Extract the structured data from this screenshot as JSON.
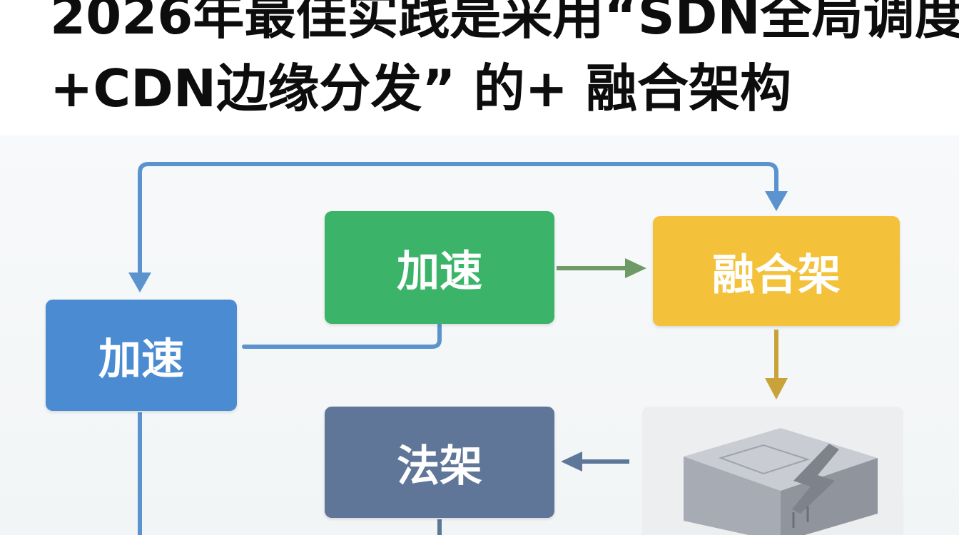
{
  "title": {
    "line1": "2026年最佳实践是采用“SDN全局调度",
    "line2": "+CDN边缘分发” 的+ 融合架构"
  },
  "nodes": {
    "blue": {
      "label": "加速",
      "color": "#4a8bd1"
    },
    "green": {
      "label": "加速",
      "color": "#3bb46a"
    },
    "yellow": {
      "label": "融合架",
      "color": "#f3c13a"
    },
    "slate": {
      "label": "法架",
      "color": "#5f7698"
    }
  },
  "connector_colors": {
    "blue": "#5b93cf",
    "green": "#6f9a66",
    "gold": "#c9a33a",
    "slate": "#5e7698"
  },
  "device": {
    "icon": "server-block-icon"
  }
}
